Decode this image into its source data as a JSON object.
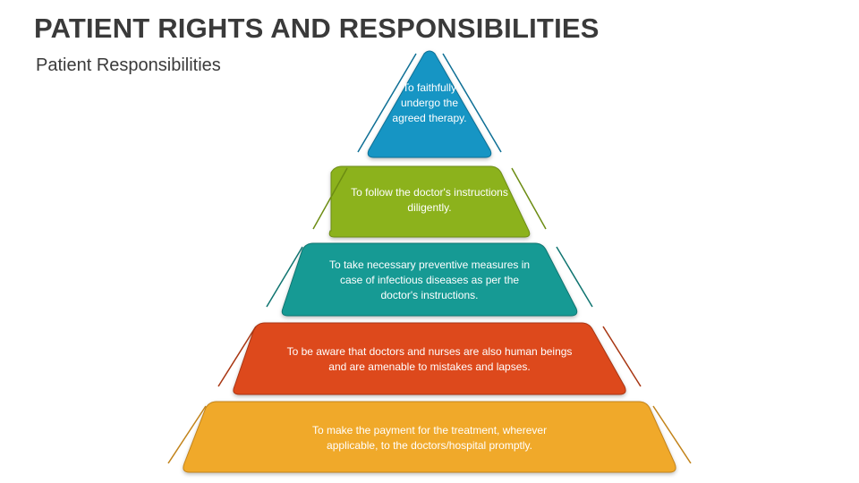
{
  "slide": {
    "title": "PATIENT RIGHTS AND RESPONSIBILITIES",
    "subtitle": "Patient Responsibilities"
  },
  "tiers": [
    {
      "text": "To faithfully undergo the agreed therapy.",
      "color": "#1595c4",
      "accent": "#0e6f95"
    },
    {
      "text": "To follow the doctor's instructions diligently.",
      "color": "#8cb21f",
      "accent": "#6c8c12"
    },
    {
      "text": "To take necessary preventive measures in case of infectious diseases as per the doctor's instructions.",
      "color": "#179a94",
      "accent": "#0f7470"
    },
    {
      "text": "To be aware that doctors and nurses are also human beings and are amenable to mistakes and lapses.",
      "color": "#dd4a1d",
      "accent": "#a83612"
    },
    {
      "text": "To make the payment for the treatment, wherever applicable, to the doctors/hospital promptly.",
      "color": "#f0a92c",
      "accent": "#c2831a"
    }
  ]
}
